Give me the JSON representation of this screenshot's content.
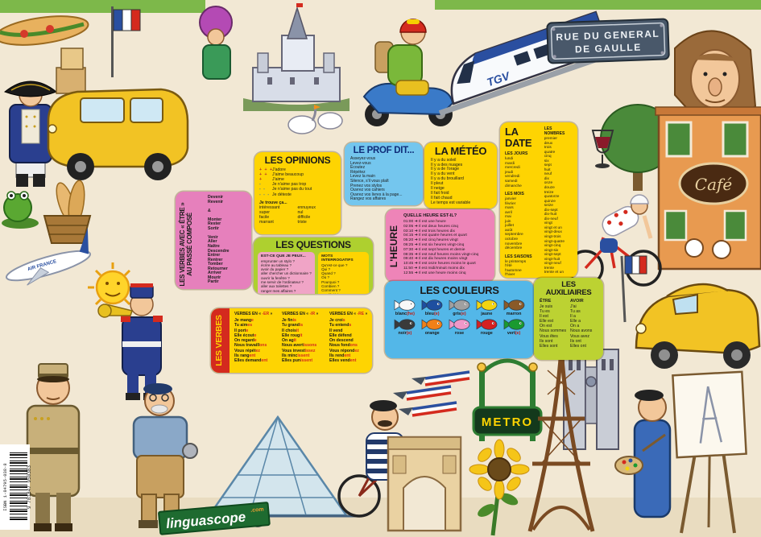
{
  "scene": {
    "street_sign_line1": "RUE DU GENERAL",
    "street_sign_line2": "DE GAULLE",
    "tgv": "TGV",
    "cafe": "Café",
    "metro": "METRO",
    "air_france": "AIR FRANCE",
    "logo_text": "linguascope",
    "logo_suffix": ".com",
    "isbn": "ISBN 1-84795-038-8",
    "isbn_digits": "9 781847 950383"
  },
  "opinions": {
    "title": "LES OPINIONS",
    "scale": [
      {
        "s": "+ + +",
        "t": "J'adore",
        "c": "#b5342a"
      },
      {
        "s": "+ +",
        "t": "J'aime beaucoup",
        "c": "#b5342a"
      },
      {
        "s": "+",
        "t": "J'aime",
        "c": "#b5342a"
      },
      {
        "s": "-",
        "t": "Je n'aime pas trop",
        "c": "#3a6ea8"
      },
      {
        "s": "- -",
        "t": "Je n'aime pas du tout",
        "c": "#3a6ea8"
      },
      {
        "s": "- - -",
        "t": "Je déteste",
        "c": "#3a6ea8"
      }
    ],
    "je_trouve": "Je trouve ça...",
    "adjectives_left": [
      "intéressant",
      "super",
      "facile",
      "marrant"
    ],
    "adjectives_right": [
      "ennuyeux",
      "nul",
      "difficile",
      "triste"
    ]
  },
  "prof": {
    "title": "LE PROF DIT...",
    "items": [
      "Asseyez-vous",
      "Levez-vous",
      "Écoutez",
      "Répétez",
      "Levez la main",
      "Silence, s'il vous plaît",
      "Prenez vos stylos",
      "Ouvrez vos cahiers",
      "Ouvrez vos livres à la page...",
      "Rangez vos affaires"
    ]
  },
  "meteo": {
    "title": "LA MÉTÉO",
    "items": [
      "Il y a du soleil",
      "Il y a des nuages",
      "Il y a de l'orage",
      "Il y a du vent",
      "Il y a du brouillard",
      "Il pleut",
      "Il neige",
      "Il fait froid",
      "Il fait chaud",
      "Le temps est variable"
    ]
  },
  "date": {
    "title": "LA DATE",
    "jours_title": "LES JOURS",
    "jours": [
      "lundi",
      "mardi",
      "mercredi",
      "jeudi",
      "vendredi",
      "samedi",
      "dimanche"
    ],
    "mois_title": "LES MOIS",
    "mois": [
      "janvier",
      "février",
      "mars",
      "avril",
      "mai",
      "juin",
      "juillet",
      "août",
      "septembre",
      "octobre",
      "novembre",
      "décembre"
    ],
    "saisons_title": "LES SAISONS",
    "saisons": [
      "le printemps",
      "l'été",
      "l'automne",
      "l'hiver"
    ],
    "nombres_title": "LES NOMBRES",
    "nombres": [
      "premier",
      "deux",
      "trois",
      "quatre",
      "cinq",
      "six",
      "sept",
      "huit",
      "neuf",
      "dix",
      "onze",
      "douze",
      "treize",
      "quatorze",
      "quinze",
      "seize",
      "dix-sept",
      "dix-huit",
      "dix-neuf",
      "vingt",
      "vingt et un",
      "vingt-deux",
      "vingt-trois",
      "vingt-quatre",
      "vingt-cinq",
      "vingt-six",
      "vingt-sept",
      "vingt-huit",
      "vingt-neuf",
      "trente",
      "trente et un"
    ]
  },
  "heure": {
    "side_label": "L'HEURE",
    "title": "QUELLE HEURE EST-IL?",
    "items": [
      "01:00 ➜ Il est une heure",
      "02:05 ➜ Il est deux heures cinq",
      "03:10 ➜ Il est trois heures dix",
      "04:15 ➜ Il est quatre heures et quart",
      "05:20 ➜ Il est cinq heures vingt",
      "06:25 ➜ Il est six heures vingt-cinq",
      "07:30 ➜ Il est sept heures et demie",
      "08:35 ➜ Il est neuf heures moins vingt-cinq",
      "09:40 ➜ Il est dix heures moins vingt",
      "10:45 ➜ Il est onze heures moins le quart",
      "11:50 ➜ Il est midi/minuit moins dix",
      "12:55 ➜ Il est une heure moins cinq"
    ]
  },
  "questions": {
    "title": "LES QUESTIONS",
    "peux_title": "EST-CE QUE JE PEUX...",
    "peux": [
      "emprunter un stylo ?",
      "écrire au tableau ?",
      "avoir du papier ?",
      "aller chercher un dictionnaire ?",
      "ouvrir la fenêtre ?",
      "me servir de l'ordinateur ?",
      "aller aux toilettes ?",
      "ranger mes affaires ?"
    ],
    "mots_title": "MOTS INTERROGATIFS",
    "mots": [
      "Qu'est-ce que ?",
      "Qui ?",
      "Quand ?",
      "Où ?",
      "Pourquoi ?",
      "Combien ?",
      "Comment ?",
      "Quel(le)(s) ?"
    ]
  },
  "verbes": {
    "side_label": "LES VERBES",
    "er": {
      "pre": "VERBES EN « ",
      "end": "-ER",
      "post": " »",
      "rows": [
        {
          "a": "Je mang",
          "b": "e"
        },
        {
          "a": "Tu aim",
          "b": "es"
        },
        {
          "a": "Il port",
          "b": "e"
        },
        {
          "a": "Elle écout",
          "b": "e"
        },
        {
          "a": "On regard",
          "b": "e"
        },
        {
          "a": "Nous travaill",
          "b": "ons"
        },
        {
          "a": "Vous répét",
          "b": "ez"
        },
        {
          "a": "Ils rang",
          "b": "ent"
        },
        {
          "a": "Elles demand",
          "b": "ent"
        }
      ]
    },
    "ir": {
      "pre": "VERBES EN « ",
      "end": "-IR",
      "post": " »",
      "rows": [
        {
          "a": "Je fin",
          "b": "is"
        },
        {
          "a": "Tu grand",
          "b": "is"
        },
        {
          "a": "Il chois",
          "b": "it"
        },
        {
          "a": "Elle roug",
          "b": "it"
        },
        {
          "a": "On ag",
          "b": "it"
        },
        {
          "a": "Nous avert",
          "b": "issons"
        },
        {
          "a": "Vous invest",
          "b": "issez"
        },
        {
          "a": "Ils minc",
          "b": "issent"
        },
        {
          "a": "Elles pun",
          "b": "issent"
        }
      ]
    },
    "re": {
      "pre": "VERBES EN « ",
      "end": "-RE",
      "post": " »",
      "rows": [
        {
          "a": "Je croi",
          "b": "s"
        },
        {
          "a": "Tu entend",
          "b": "s"
        },
        {
          "a": "Il vend",
          "b": ""
        },
        {
          "a": "Elle défend",
          "b": ""
        },
        {
          "a": "On descend",
          "b": ""
        },
        {
          "a": "Nous fond",
          "b": "ons"
        },
        {
          "a": "Vous répond",
          "b": "ez"
        },
        {
          "a": "Ils rend",
          "b": "ent"
        },
        {
          "a": "Elles vend",
          "b": "ent"
        }
      ]
    }
  },
  "etre_verbs": {
    "side_label_line1": "LES VERBES AVEC « ÊTRE »",
    "side_label_line2": "AU PASSÉ COMPOSÉ",
    "items": [
      "Devenir",
      "Revenir",
      "",
      "&",
      "",
      "Monter",
      "Rester",
      "Sortir",
      "",
      "Venir",
      "Aller",
      "Naître",
      "Descendre",
      "Entrer",
      "Rentrer",
      "Tomber",
      "Retourner",
      "Arriver",
      "Mourir",
      "Partir"
    ]
  },
  "couleurs": {
    "title": "LES COULEURS",
    "items": [
      {
        "base": "blanc",
        "sfx": "(he)",
        "fish": "#f8f8f8"
      },
      {
        "base": "bleu",
        "sfx": "(e)",
        "fish": "#1e4fa0"
      },
      {
        "base": "gris",
        "sfx": "(e)",
        "fish": "#a0a0a0"
      },
      {
        "base": "jaune",
        "sfx": "",
        "fish": "#f2d410"
      },
      {
        "base": "marron",
        "sfx": "",
        "fish": "#8a5a28"
      },
      {
        "base": "noir",
        "sfx": "(e)",
        "fish": "#3a3a3a"
      },
      {
        "base": "orange",
        "sfx": "",
        "fish": "#f08018"
      },
      {
        "base": "rose",
        "sfx": "",
        "fish": "#f098c8"
      },
      {
        "base": "rouge",
        "sfx": "",
        "fish": "#d42020"
      },
      {
        "base": "vert",
        "sfx": "(e)",
        "fish": "#1a9a30"
      }
    ]
  },
  "auxiliaires": {
    "title": "LES AUXILIAIRES",
    "etre_title": "ÊTRE",
    "etre": [
      "Je suis",
      "Tu es",
      "Il est",
      "Elle est",
      "On est",
      "Nous sommes",
      "Vous êtes",
      "Ils sont",
      "Elles sont"
    ],
    "avoir_title": "AVOIR",
    "avoir": [
      "J'ai",
      "Tu as",
      "Il a",
      "Elle a",
      "On a",
      "Nous avons",
      "Vous avez",
      "Ils ont",
      "Elles ont"
    ]
  }
}
